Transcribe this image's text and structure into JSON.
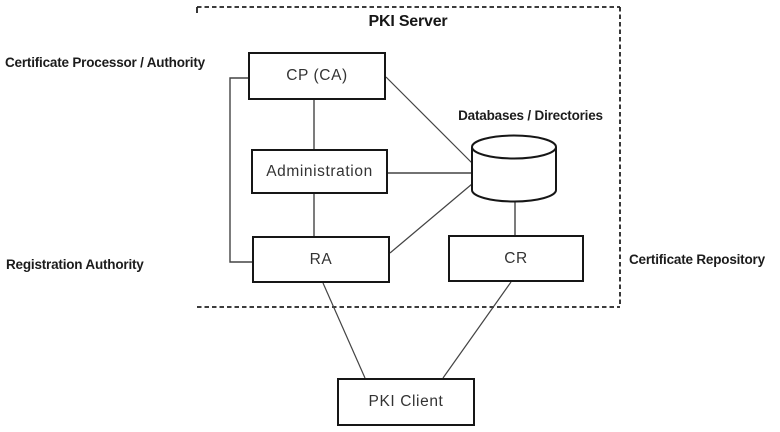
{
  "figure": {
    "title": "PKI Server",
    "nodes": {
      "cp_ca": {
        "label": "CP (CA)"
      },
      "administration": {
        "label": "Administration"
      },
      "ra": {
        "label": "RA"
      },
      "cr": {
        "label": "CR"
      },
      "pki_client": {
        "label": "PKI Client"
      },
      "database": {
        "label": "Databases / Directories"
      }
    },
    "annotations": {
      "cp_ca": {
        "label": "Certificate Processor / Authority"
      },
      "ra": {
        "label": "Registration Authority"
      },
      "cr": {
        "label": "Certificate Repository"
      }
    },
    "connections": [
      {
        "from": "cp_ca",
        "to": "administration"
      },
      {
        "from": "administration",
        "to": "ra"
      },
      {
        "from": "cp_ca",
        "to": "ra"
      },
      {
        "from": "cp_ca",
        "to": "database"
      },
      {
        "from": "administration",
        "to": "database"
      },
      {
        "from": "database",
        "to": "ra"
      },
      {
        "from": "database",
        "to": "cr"
      },
      {
        "from": "ra",
        "to": "pki_client"
      },
      {
        "from": "cr",
        "to": "pki_client"
      }
    ],
    "colors": {
      "background": "#ffffff",
      "box_border": "#161616",
      "connector": "#444444",
      "dashed_border": "#222222",
      "box_text": "#333333",
      "label_text": "#1c1c1c"
    }
  }
}
